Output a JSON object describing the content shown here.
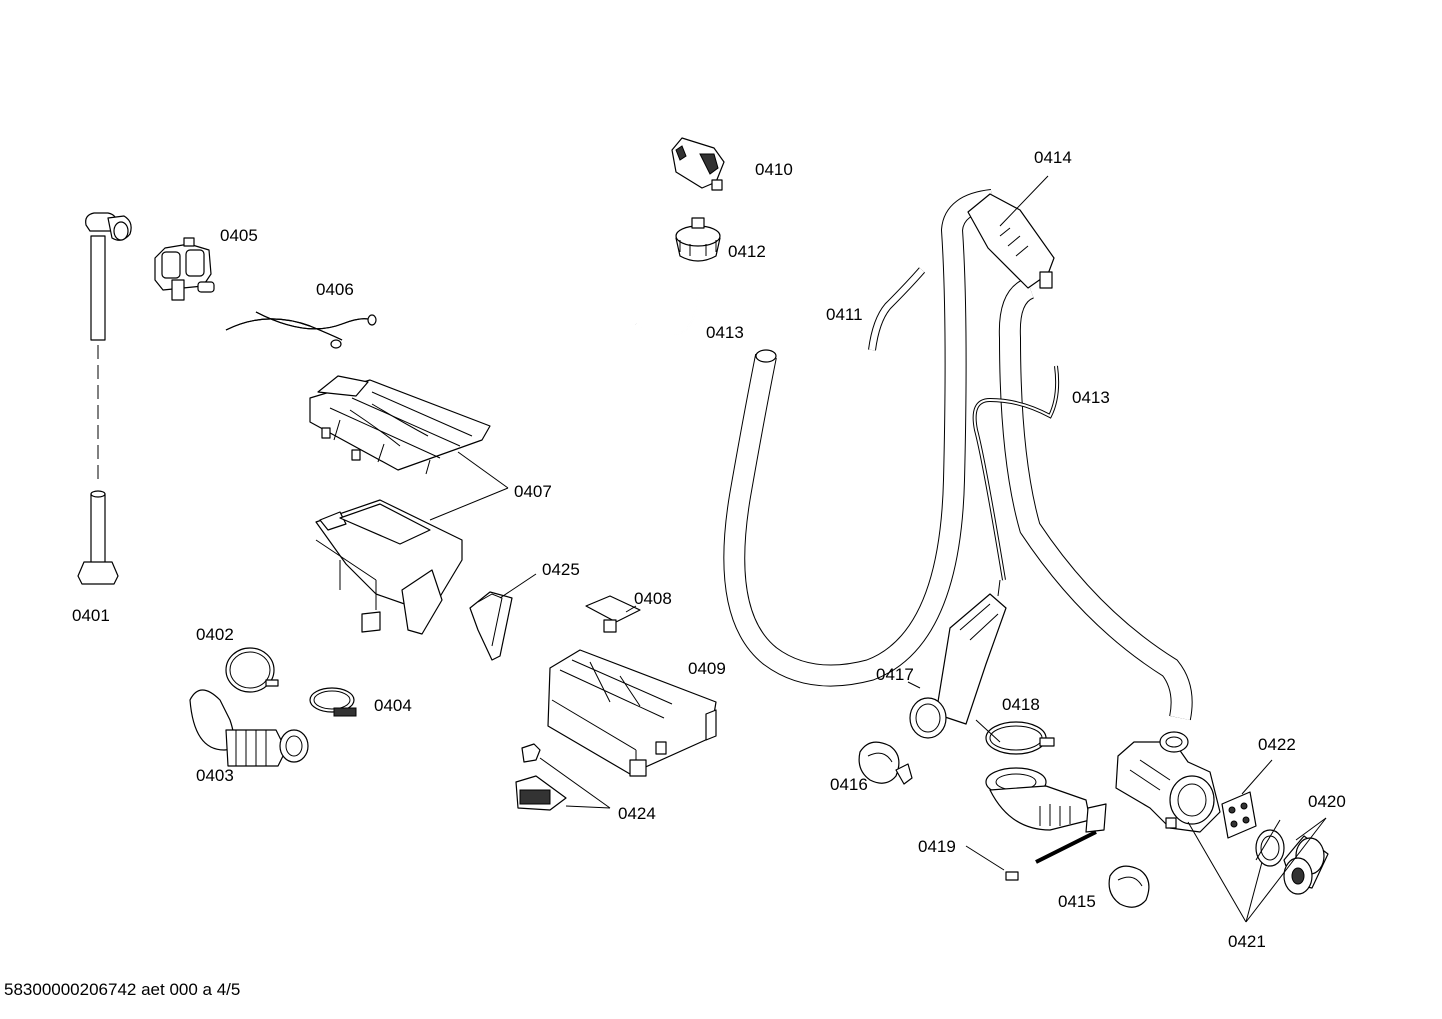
{
  "labels": {
    "p0401": "0401",
    "p0402": "0402",
    "p0403": "0403",
    "p0404": "0404",
    "p0405": "0405",
    "p0406": "0406",
    "p0407": "0407",
    "p0408": "0408",
    "p0409": "0409",
    "p0410": "0410",
    "p0411": "0411",
    "p0412": "0412",
    "p0413a": "0413",
    "p0413b": "0413",
    "p0414": "0414",
    "p0415": "0415",
    "p0416": "0416",
    "p0417": "0417",
    "p0418": "0418",
    "p0419": "0419",
    "p0420": "0420",
    "p0421": "0421",
    "p0422": "0422",
    "p0424": "0424",
    "p0425": "0425"
  },
  "footer": "58300000206742 aet 000 a 4/5"
}
